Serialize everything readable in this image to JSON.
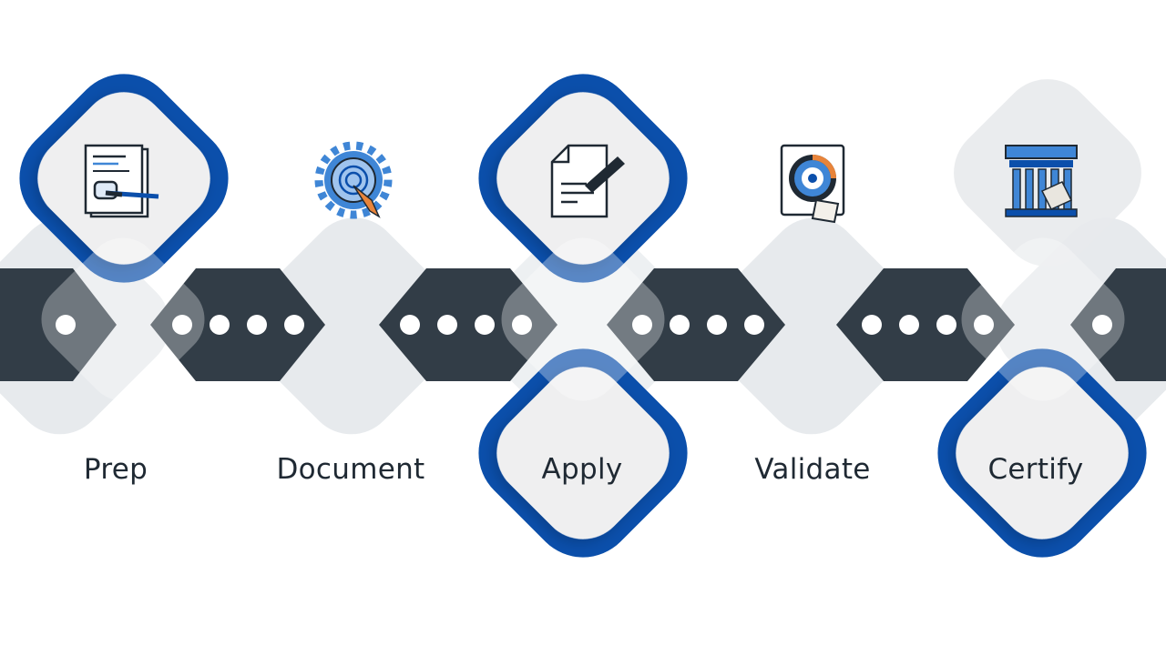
{
  "process": {
    "steps": [
      {
        "label": "Prep",
        "icon": "document-signing-icon"
      },
      {
        "label": "Document",
        "icon": "gear-fingerprint-icon"
      },
      {
        "label": "Apply",
        "icon": "form-pen-icon"
      },
      {
        "label": "Validate",
        "icon": "target-stamp-icon"
      },
      {
        "label": "Certify",
        "icon": "institution-certificate-icon"
      }
    ]
  },
  "colors": {
    "blue": "#0b4fab",
    "dark": "#323d47",
    "light_gray": "#dfe3e7",
    "tile": "#efeff0",
    "dot": "#ffffff",
    "text": "#1f2933",
    "icon_blue": "#3f86d6",
    "icon_orange": "#e8843a"
  }
}
